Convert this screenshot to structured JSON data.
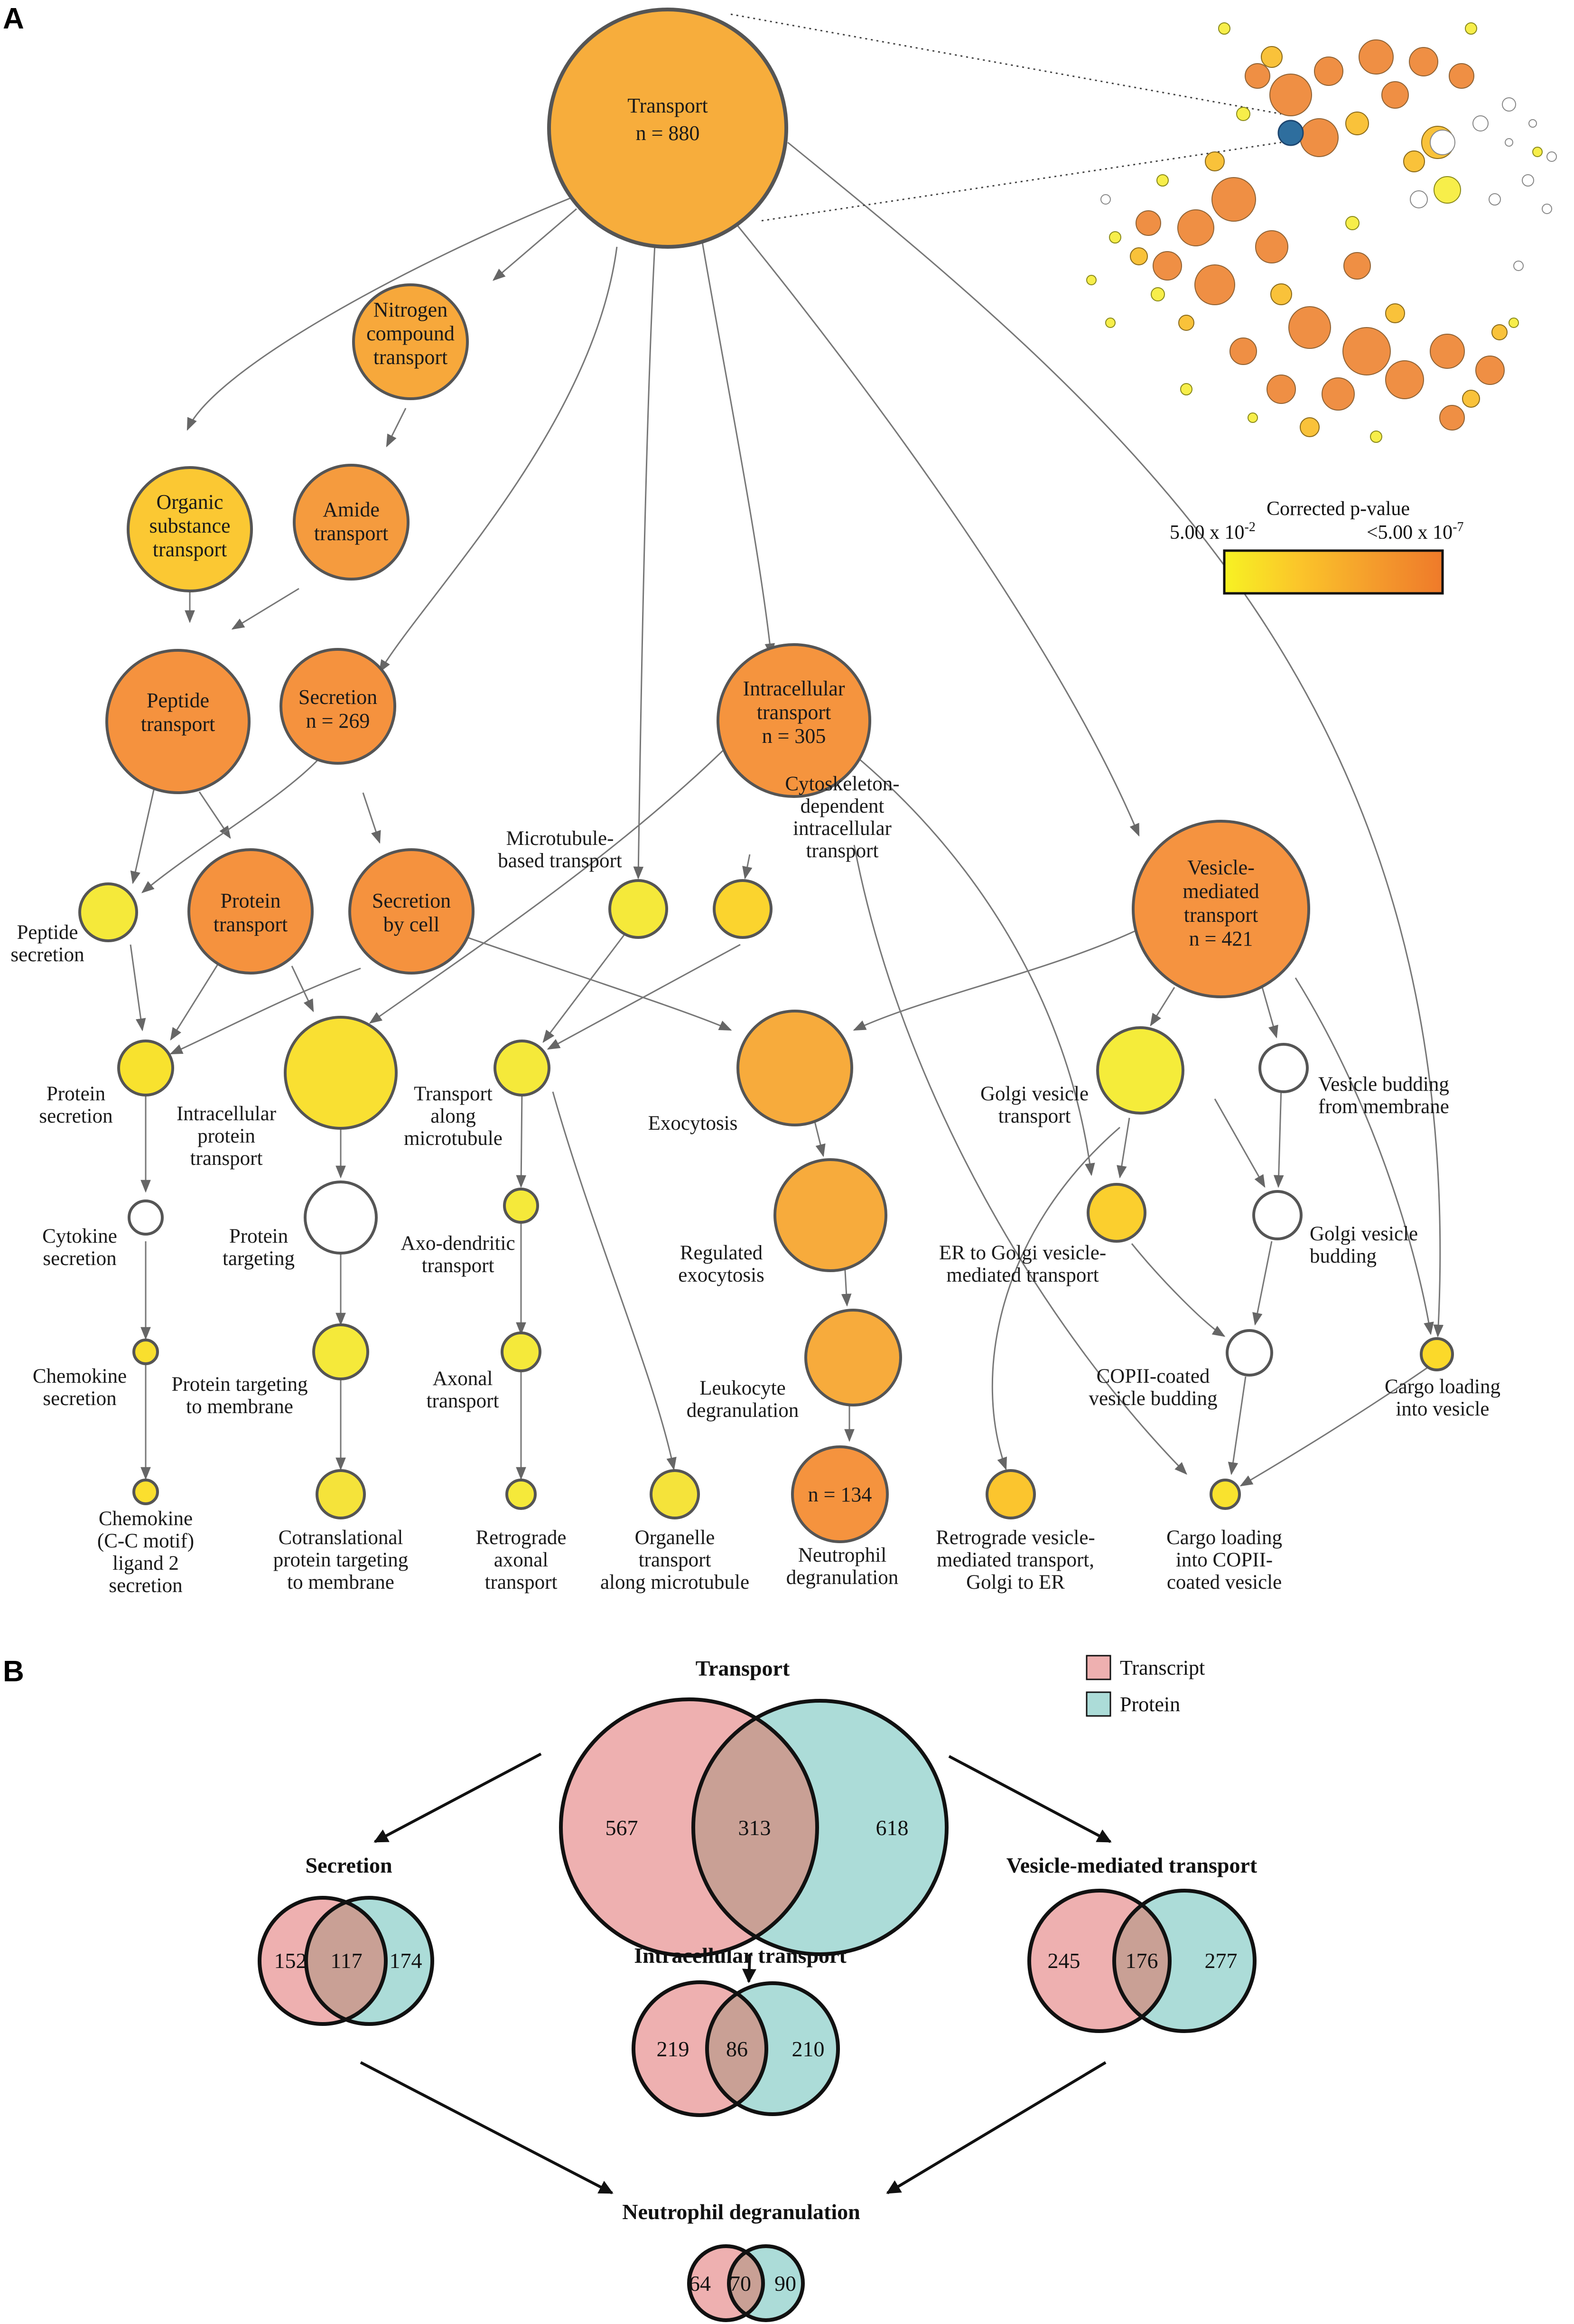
{
  "panels": {
    "a": "A",
    "b": "B"
  },
  "colors": {
    "orange_dark": "#f18f3c",
    "orange": "#f5a53c",
    "orange_light": "#f7b33a",
    "yellow_orange": "#fbc833",
    "yellow": "#f5e93a",
    "yellow_mid": "#f8d82e",
    "white": "#ffffff",
    "edge": "#777777",
    "transcript": "#eeb0b0",
    "protein": "#acdcd8",
    "overlap": "#c9a095"
  },
  "nodes": {
    "transport": {
      "name": "Transport",
      "n": "n = 880"
    },
    "nitrogen": {
      "line1": "Nitrogen",
      "line2": "compound",
      "line3": "transport"
    },
    "organic": {
      "line1": "Organic",
      "line2": "substance",
      "line3": "transport"
    },
    "amide": {
      "line1": "Amide",
      "line2": "transport"
    },
    "peptide": {
      "line1": "Peptide",
      "line2": "transport"
    },
    "secretion": {
      "line1": "Secretion",
      "line2": "n = 269"
    },
    "intracellular": {
      "line1": "Intracellular",
      "line2": "transport",
      "line3": "n = 305"
    },
    "vesicle": {
      "line1": "Vesicle-",
      "line2": "mediated",
      "line3": "transport",
      "line4": "n = 421"
    },
    "protein_transport": {
      "line1": "Protein",
      "line2": "transport"
    },
    "secretion_cell": {
      "line1": "Secretion",
      "line2": "by cell"
    },
    "neutrophil": {
      "n": "n = 134"
    }
  },
  "labels": {
    "peptide_secretion": [
      "Peptide",
      "secretion"
    ],
    "microtubule_based": [
      "Microtubule-",
      "based transport"
    ],
    "cytoskeleton": [
      "Cytoskeleton-",
      "dependent",
      "intracellular",
      "transport"
    ],
    "protein_secretion": [
      "Protein",
      "secretion"
    ],
    "intracellular_protein": [
      "Intracellular",
      "protein",
      "transport"
    ],
    "transport_along": [
      "Transport",
      "along",
      "microtubule"
    ],
    "exocytosis": [
      "Exocytosis"
    ],
    "golgi_vesicle_transport": [
      "Golgi vesicle",
      "transport"
    ],
    "vesicle_budding": [
      "Vesicle budding",
      "from membrane"
    ],
    "cytokine": [
      "Cytokine",
      "secretion"
    ],
    "protein_targeting": [
      "Protein",
      "targeting"
    ],
    "axo_dendritic": [
      "Axo-dendritic",
      "transport"
    ],
    "regulated_exo": [
      "Regulated",
      "exocytosis"
    ],
    "er_golgi": [
      "ER to Golgi vesicle-",
      "mediated transport"
    ],
    "golgi_budding": [
      "Golgi vesicle",
      "budding"
    ],
    "chemokine": [
      "Chemokine",
      "secretion"
    ],
    "targeting_membrane": [
      "Protein targeting",
      "to membrane"
    ],
    "axonal": [
      "Axonal",
      "transport"
    ],
    "leukocyte": [
      "Leukocyte",
      "degranulation"
    ],
    "copii": [
      "COPII-coated",
      "vesicle budding"
    ],
    "cargo_vesicle": [
      "Cargo loading",
      "into vesicle"
    ],
    "ccl2": [
      "Chemokine",
      "(C-C motif)",
      "ligand 2",
      "secretion"
    ],
    "cotranslational": [
      "Cotranslational",
      "protein targeting",
      "to membrane"
    ],
    "retrograde_axonal": [
      "Retrograde",
      "axonal",
      "transport"
    ],
    "organelle": [
      "Organelle",
      "transport",
      "along microtubule"
    ],
    "neutrophil_deg": [
      "Neutrophil",
      "degranulation"
    ],
    "retrograde_golgi": [
      "Retrograde vesicle-",
      "mediated transport,",
      "Golgi to ER"
    ],
    "cargo_copii": [
      "Cargo loading",
      "into COPII-",
      "coated vesicle"
    ]
  },
  "colorbar": {
    "title": "Corrected p-value",
    "low": "5.00 x 10",
    "low_exp": "-2",
    "high": "<5.00 x 10",
    "high_exp": "-7"
  },
  "legend": {
    "transcript": "Transcript",
    "protein": "Protein"
  },
  "venn": {
    "transport": {
      "title": "Transport",
      "left": "567",
      "mid": "313",
      "right": "618"
    },
    "secretion": {
      "title": "Secretion",
      "left": "152",
      "mid": "117",
      "right": "174"
    },
    "intracellular": {
      "title": "Intracellular transport",
      "left": "219",
      "mid": "86",
      "right": "210"
    },
    "vesicle": {
      "title": "Vesicle-mediated transport",
      "left": "245",
      "mid": "176",
      "right": "277"
    },
    "neutrophil": {
      "title": "Neutrophil degranulation",
      "left": "64",
      "mid": "70",
      "right": "90"
    }
  }
}
